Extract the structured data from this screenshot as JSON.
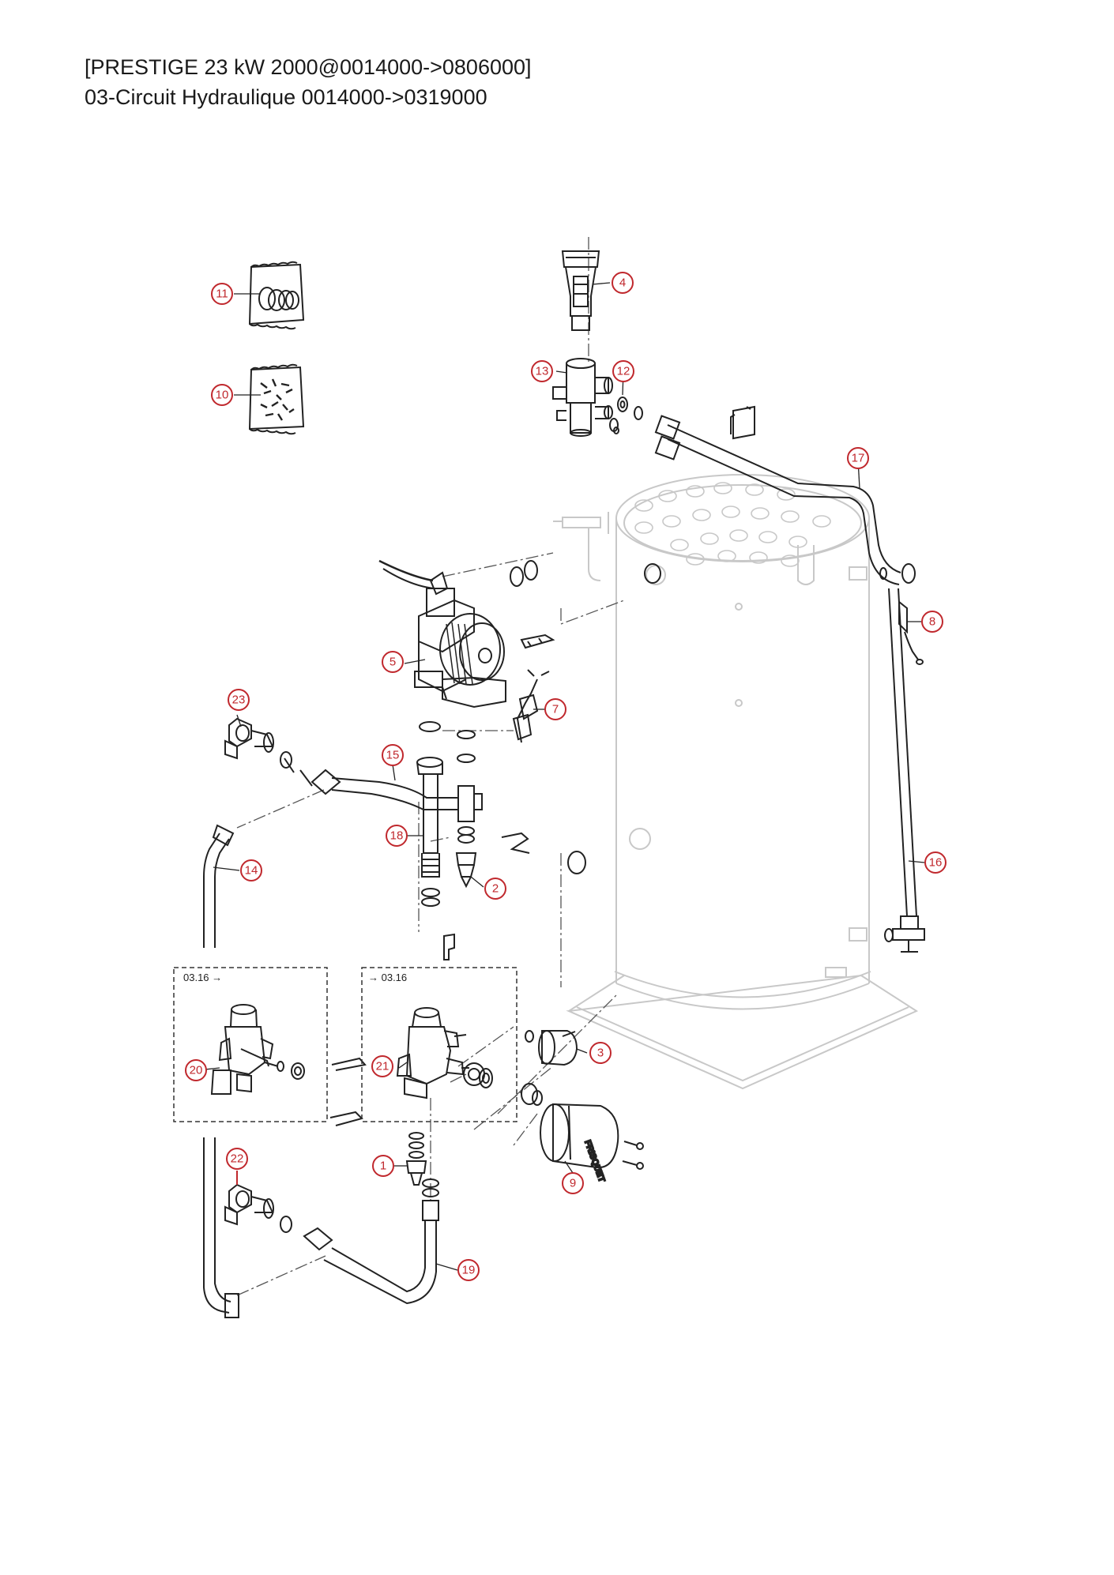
{
  "header": {
    "line1": "[PRESTIGE 23 kW 2000@0014000->0806000]",
    "line2": "03-Circuit Hydraulique 0014000->0319000"
  },
  "colors": {
    "callout": "#c0282d",
    "line": "#2a2a2a",
    "ghost": "#c8c8c8"
  },
  "callouts": [
    "1",
    "2",
    "3",
    "4",
    "5",
    "7",
    "8",
    "9",
    "10",
    "11",
    "12",
    "13",
    "14",
    "15",
    "16",
    "17",
    "18",
    "19",
    "20",
    "21",
    "22",
    "23"
  ],
  "inset_boxes": {
    "left_label": "03.16 →",
    "right_label": "→ 03.16"
  },
  "brand": "FRISQUET"
}
